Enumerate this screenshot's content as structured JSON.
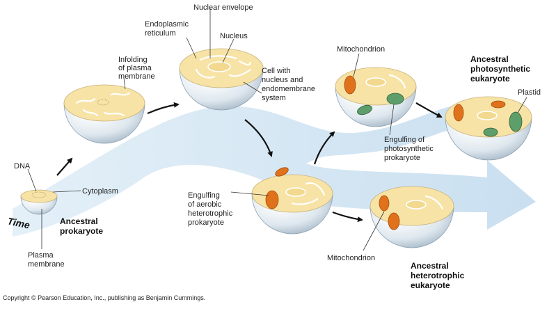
{
  "labels": {
    "nuclear_envelope": "Nuclear envelope",
    "er_line1": "Endoplasmic",
    "er_line2": "reticulum",
    "nucleus": "Nucleus",
    "infolding_line1": "Infolding",
    "infolding_line2": "of plasma",
    "infolding_line3": "membrane",
    "cell_nucleus_line1": "Cell with",
    "cell_nucleus_line2": "nucleus and",
    "cell_nucleus_line3": "endomembrane",
    "cell_nucleus_line4": "system",
    "dna": "DNA",
    "cytoplasm": "Cytoplasm",
    "plasma_line1": "Plasma",
    "plasma_line2": "membrane",
    "time": "Time",
    "ancestral_prok_line1": "Ancestral",
    "ancestral_prok_line2": "prokaryote",
    "mitochondrion_top": "Mitochondrion",
    "ancestral_photo_line1": "Ancestral",
    "ancestral_photo_line2": "photosynthetic",
    "ancestral_photo_line3": "eukaryote",
    "plastid": "Plastid",
    "engulf_photo_line1": "Engulfing of",
    "engulf_photo_line2": "photosynthetic",
    "engulf_photo_line3": "prokaryote",
    "engulf_aerobic_line1": "Engulfing",
    "engulf_aerobic_line2": "of aerobic",
    "engulf_aerobic_line3": "heterotrophic",
    "engulf_aerobic_line4": "prokaryote",
    "mitochondrion_bottom": "Mitochondrion",
    "ancestral_hetero_line1": "Ancestral",
    "ancestral_hetero_line2": "heterotrophic",
    "ancestral_hetero_line3": "eukaryote"
  },
  "copyright": "Copyright © Pearson Education, Inc., publishing as Benjamin Cummings.",
  "colors": {
    "band": "#d6e8f5",
    "cytoplasm": "#f7e3a6",
    "cell_shell": "#dfe9f0",
    "mitochondrion": "#e0721c",
    "plastid": "#5e9e6a"
  }
}
